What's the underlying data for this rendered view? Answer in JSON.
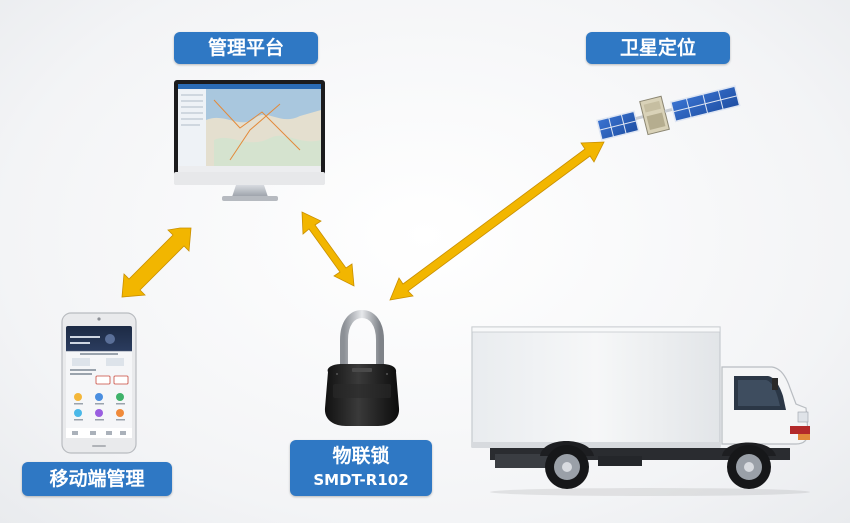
{
  "nodes": {
    "management_platform": "管理平台",
    "satellite_positioning": "卫星定位",
    "mobile_management": "移动端管理",
    "iot_lock": "物联锁",
    "lock_model": "SMDT-R102"
  },
  "colors": {
    "label_bg": "#2f78c4",
    "arrow": "#f2b600",
    "arrow_edge": "#c98f00"
  },
  "icons": [
    "desktop-monitor-icon",
    "satellite-icon",
    "smartphone-icon",
    "padlock-icon",
    "box-truck-icon"
  ]
}
